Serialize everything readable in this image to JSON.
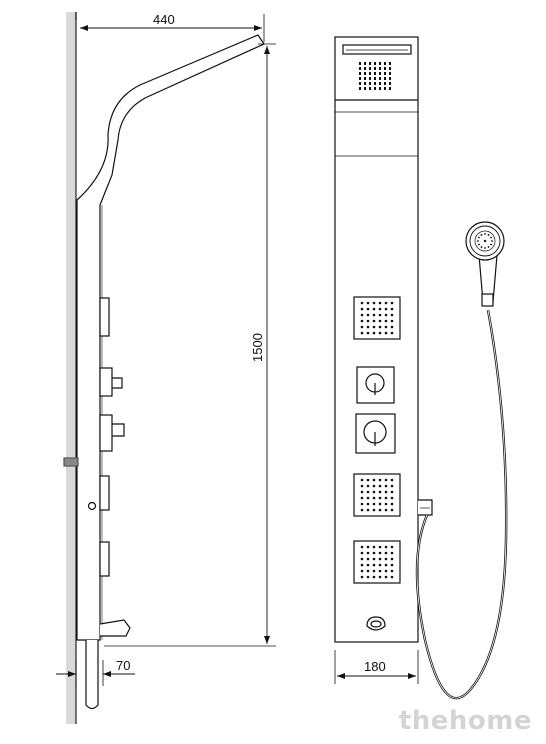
{
  "dimensions": {
    "projection_width": "440",
    "height": "1500",
    "wall_offset": "70",
    "panel_width": "180"
  },
  "watermark": "thehome"
}
